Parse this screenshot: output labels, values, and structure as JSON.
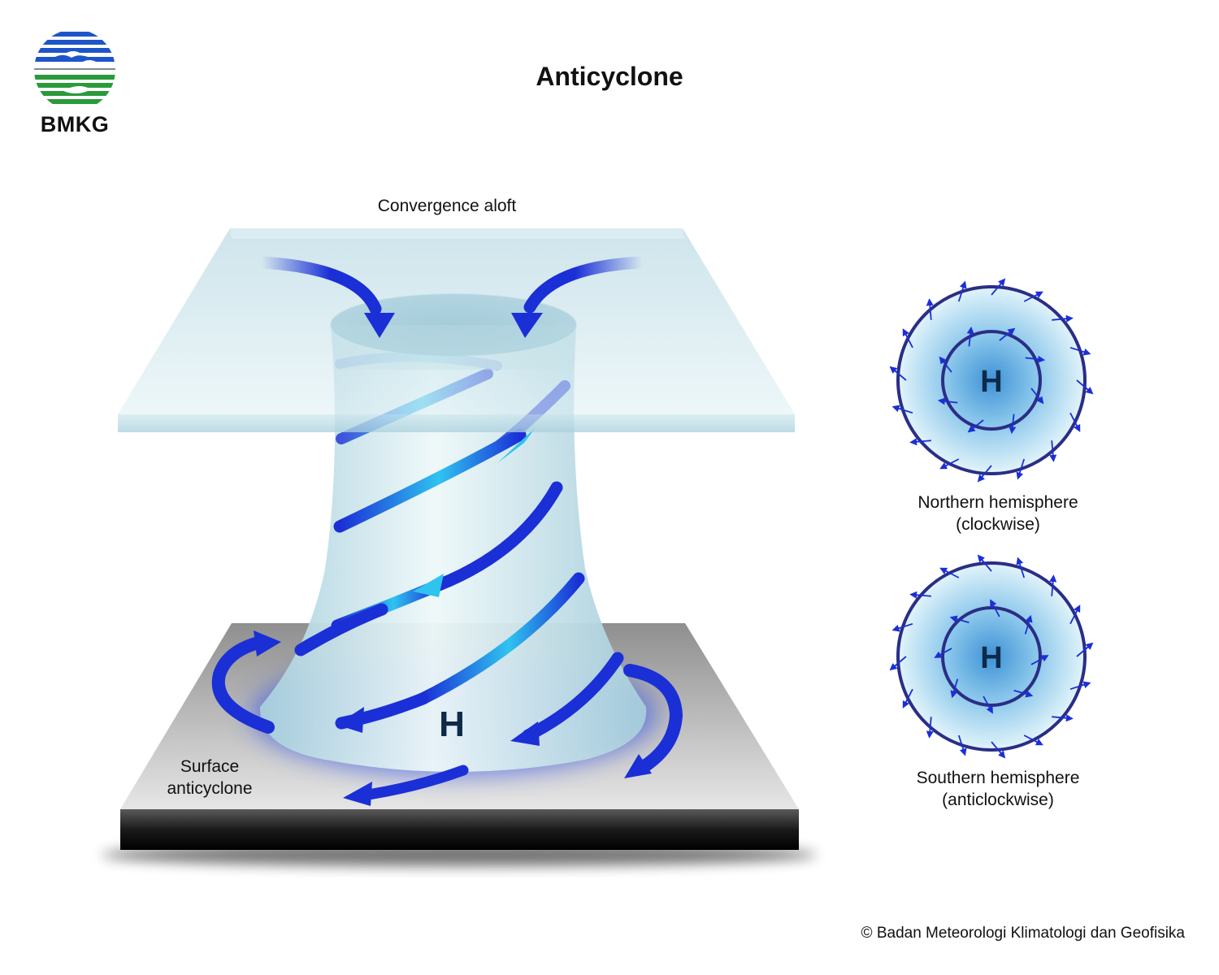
{
  "logo": {
    "text": "BMKG"
  },
  "title": "Anticyclone",
  "labels": {
    "convergence_aloft": "Convergence aloft",
    "surface_anticyclone_line1": "Surface",
    "surface_anticyclone_line2": "anticyclone",
    "high_center": "H"
  },
  "hemispheres": {
    "northern": {
      "center": "H",
      "title": "Northern hemisphere",
      "direction": "(clockwise)"
    },
    "southern": {
      "center": "H",
      "title": "Southern hemisphere",
      "direction": "(anticlockwise)"
    }
  },
  "copyright": "© Badan Meteorologi Klimatologi dan Geofisika",
  "colors": {
    "arrow_blue": "#1a2fd6",
    "arrow_cyan": "#2fc3ef",
    "column_light": "#e3f3f5",
    "plane_blue": "#bcdde6",
    "circle_outline": "#2a2e86",
    "circle_center": "#4fa0dc",
    "circle_edge": "#d8eff7",
    "logo_blue": "#1d55c9",
    "logo_green": "#2a9a3a"
  }
}
